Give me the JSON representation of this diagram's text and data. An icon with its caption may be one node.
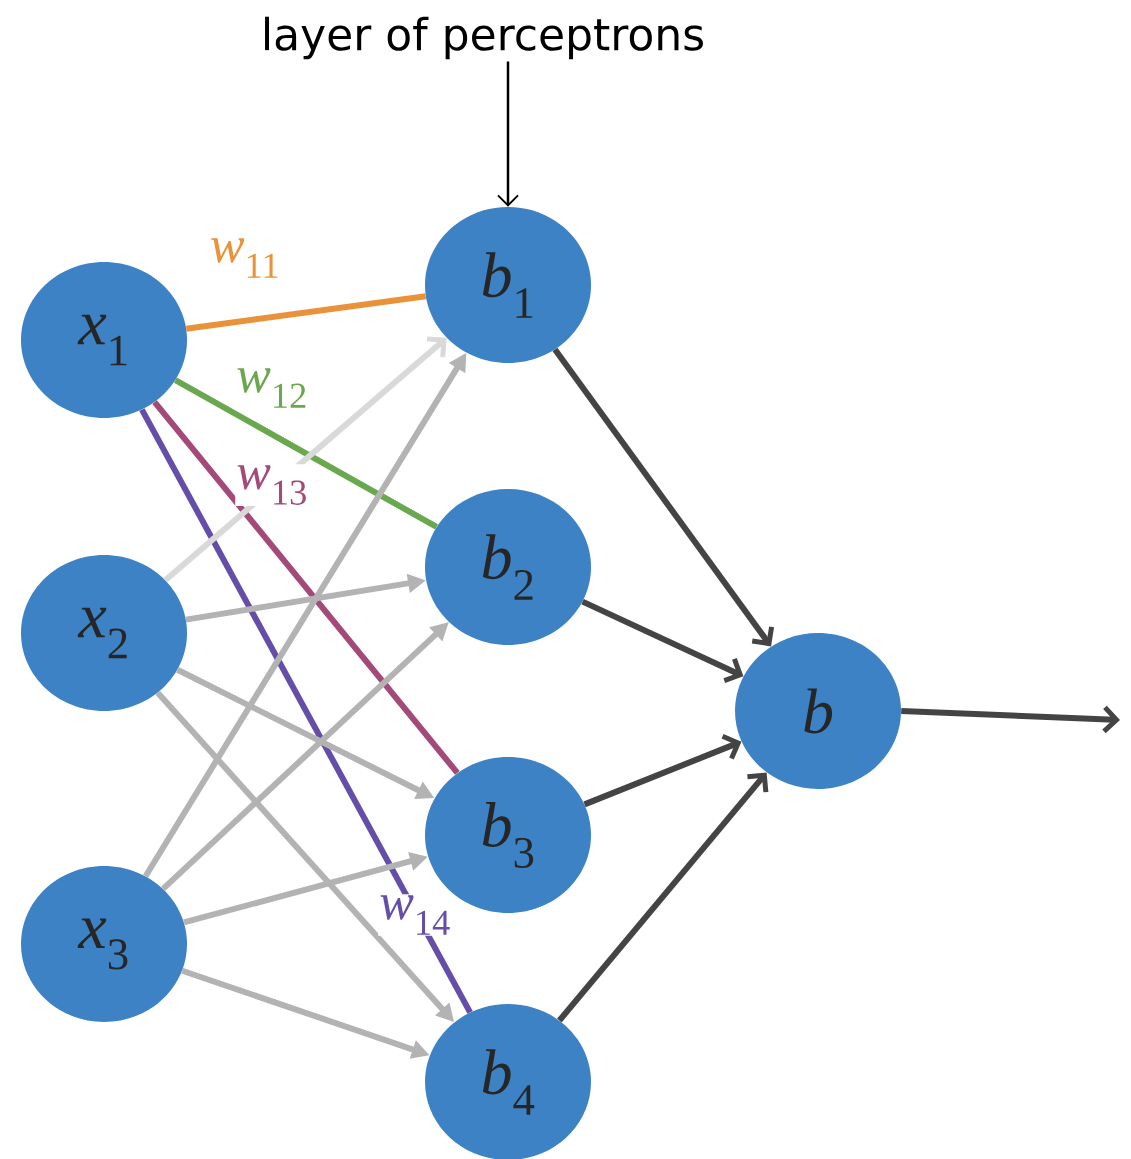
{
  "diagram": {
    "nodes": [
      {
        "text": [
          "layer of perceptrons"
        ]
      },
      {
        "text": [
          "*x*$_{1}$"
        ]
      },
      {
        "text": [
          "*x*$_{2}$"
        ]
      },
      {
        "text": [
          "*x*$_{3}$"
        ]
      },
      {
        "text": [
          "*b*$_{1}$"
        ]
      },
      {
        "text": [
          "*b*$_{2}$"
        ]
      },
      {
        "text": [
          "*b*$_{3}$"
        ]
      },
      {
        "text": [
          "*b*$_{4}$"
        ]
      },
      {
        "text": [
          "*b*"
        ]
      }
    ],
    "edges": [
      {
        "from": 0,
        "to": 4,
        "arrow": "to",
        "color": "#000000"
      },
      {
        "from": 1,
        "to": 4,
        "arrow": "none",
        "color": "#e8923a",
        "label": "*w*$_{11}$"
      },
      {
        "from": 1,
        "to": 5,
        "arrow": "none",
        "color": "#6aa84f",
        "label": "*w*$_{12}$"
      },
      {
        "from": 1,
        "to": 6,
        "arrow": "none",
        "color": "#a34a78",
        "label": "*w*$_{13}$"
      },
      {
        "from": 1,
        "to": 7,
        "arrow": "none",
        "color": "#654ea8",
        "label": "*w*$_{14}$"
      },
      {
        "from": 2,
        "to": 4,
        "arrow": "to",
        "color": "#d9d9d9"
      },
      {
        "from": 2,
        "to": 5,
        "arrow": "to"
      },
      {
        "from": 2,
        "to": 6,
        "arrow": "to"
      },
      {
        "from": 2,
        "to": 7,
        "arrow": "to"
      },
      {
        "from": 3,
        "to": 4,
        "arrow": "to"
      },
      {
        "from": 3,
        "to": 5,
        "arrow": "to"
      },
      {
        "from": 3,
        "to": 6,
        "arrow": "to"
      },
      {
        "from": 3,
        "to": 7,
        "arrow": "to"
      },
      {
        "from": 4,
        "to": 8,
        "arrow": "to",
        "color": "#444444"
      },
      {
        "from": 5,
        "to": 8,
        "arrow": "to",
        "color": "#444444"
      },
      {
        "from": 6,
        "to": 8,
        "arrow": "to",
        "color": "#444444"
      },
      {
        "from": 7,
        "to": 8,
        "arrow": "to",
        "color": "#444444"
      },
      {
        "from": 8,
        "to": null,
        "arrow": "to",
        "color": "#444444"
      }
    ]
  }
}
